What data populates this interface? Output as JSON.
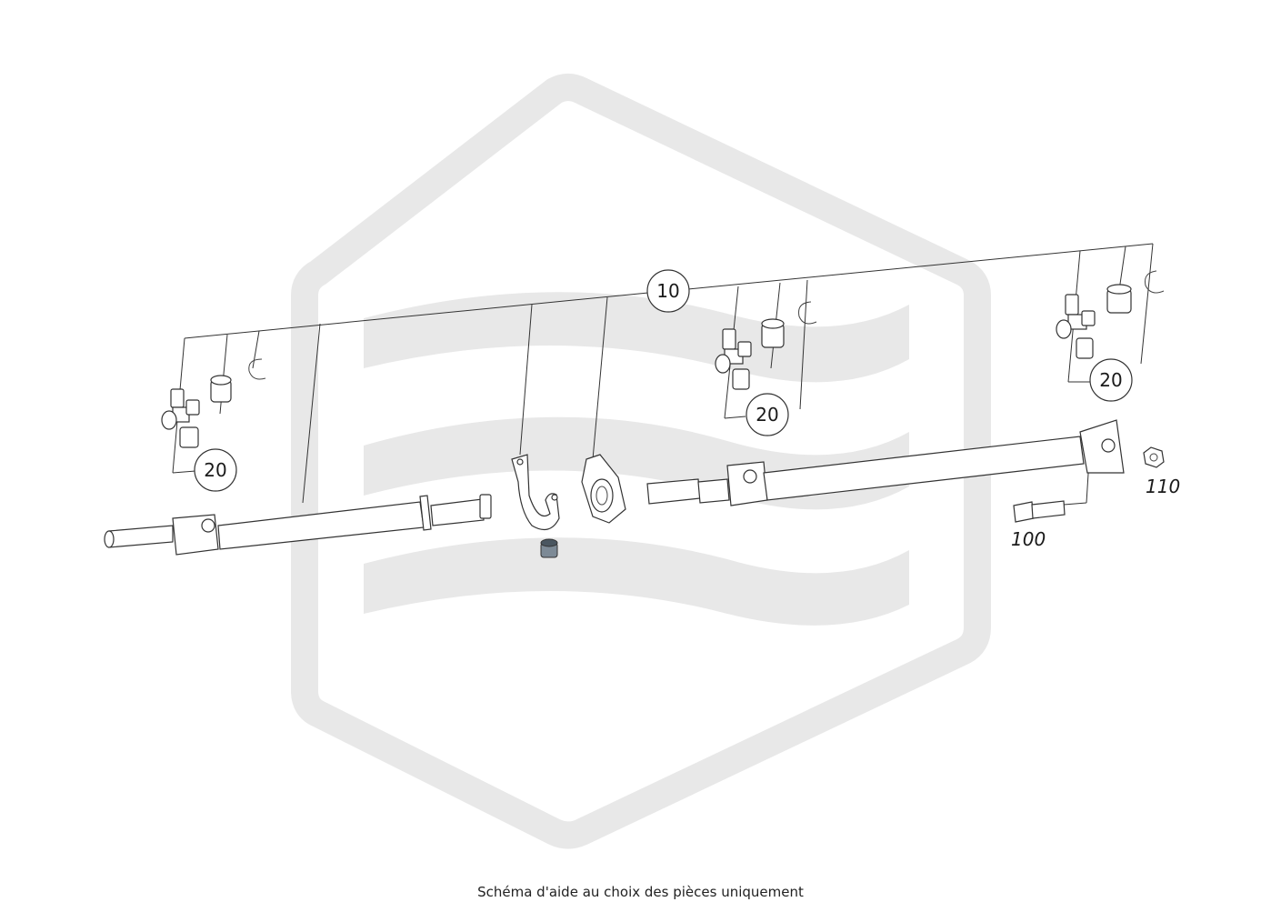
{
  "watermark": {
    "name": "brand-logo-watermark",
    "color": "#e8e8e8"
  },
  "callouts": {
    "assembly": "10",
    "joint_left": "20",
    "joint_middle": "20",
    "joint_right": "20",
    "bolt": "100",
    "nut": "110"
  },
  "caption": "Schéma d'aide au choix des pièces uniquement"
}
